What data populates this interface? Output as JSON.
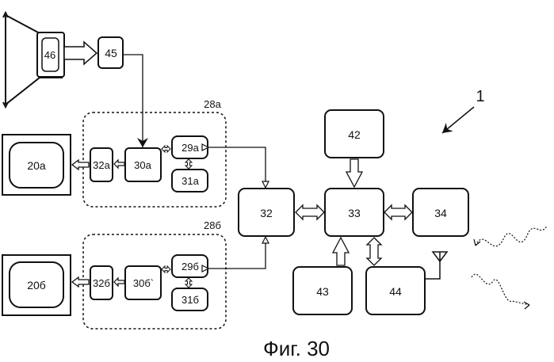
{
  "blocks": {
    "b46": "46",
    "b45": "45",
    "b20a": "20а",
    "b32a": "32а",
    "b30a": "30а",
    "b29a": "29а",
    "b31a": "31а",
    "b20b": "20б",
    "b32b": "32б",
    "b30b": "30б`",
    "b29b": "29б",
    "b31b": "31б",
    "b32": "32",
    "b33": "33",
    "b34": "34",
    "b42": "42",
    "b43": "43",
    "b44": "44"
  },
  "groups": {
    "g28a": "28а",
    "g28b": "28б"
  },
  "ref_label": "1",
  "caption": "Фиг. 30"
}
